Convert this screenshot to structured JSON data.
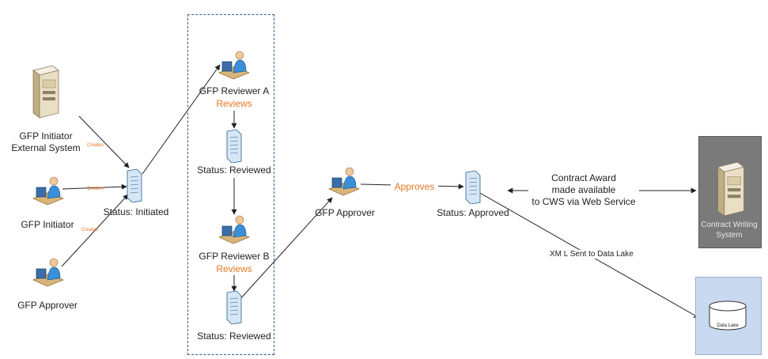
{
  "nodes": {
    "initiator_system": "GFP Initiator\nExternal System",
    "initiator": "GFP Initiator",
    "approver_left": "GFP Approver",
    "status_initiated": "Status: Initiated",
    "reviewer_a": "GFP Reviewer A",
    "reviewer_a_action": "Reviews",
    "status_reviewed_1": "Status: Reviewed",
    "reviewer_b": "GFP Reviewer B",
    "reviewer_b_action": "Reviews",
    "status_reviewed_2": "Status: Reviewed",
    "approver_mid": "GFP Approver",
    "status_approved": "Status: Approved",
    "cws": "Contract Writing\nSystem",
    "data_lake": "Data Lake"
  },
  "edges": {
    "creates_1": "Creates",
    "creates_2": "Creates",
    "creates_3": "Creates",
    "approves": "Approves",
    "contract_award": "Contract Award\nmade available\nto CWS via Web Service",
    "xml_sent": "XM L Sent to Data Lake"
  },
  "colors": {
    "action_orange": "#e87722",
    "cws_box": "#7a7a7a",
    "data_lake_box": "#c9d9ef",
    "group_border": "#2e5a8a"
  }
}
